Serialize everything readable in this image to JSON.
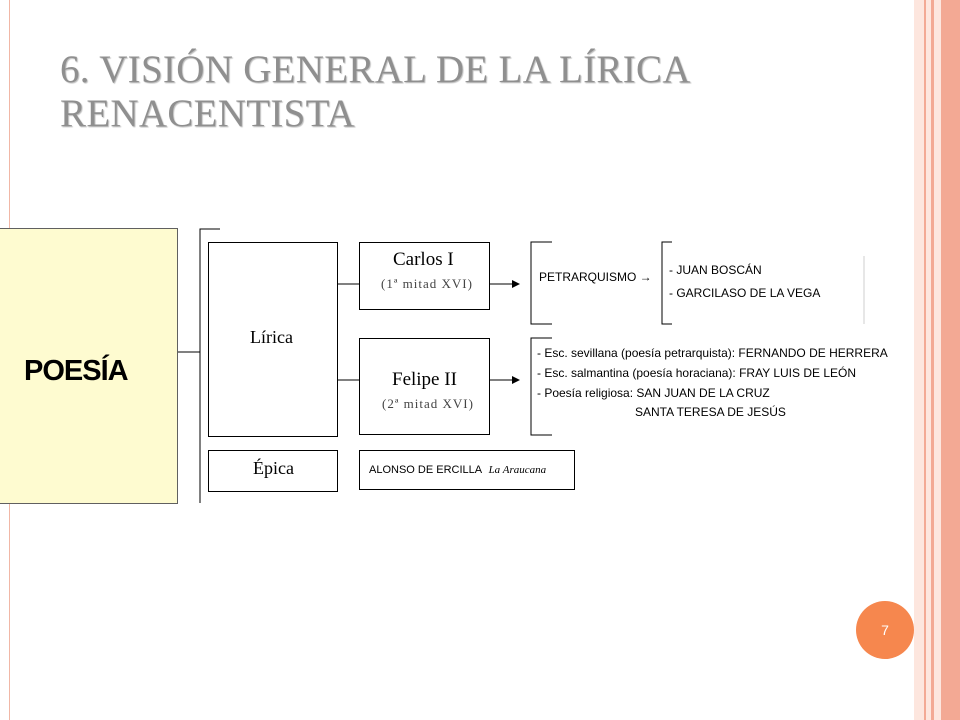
{
  "title": {
    "line1": "6. VISIÓN GENERAL DE LA LÍRICA",
    "line2": "RENACENTISTA"
  },
  "diagram": {
    "root": "POESÍA",
    "lirica": "Lírica",
    "epica": "Épica",
    "carlos": {
      "name": "Carlos I",
      "period": "(1ª mitad XVI)"
    },
    "felipe": {
      "name": "Felipe II",
      "period": "(2ª mitad XVI)"
    },
    "petrarquismo": "PETRARQUISMO →",
    "carlos_authors": [
      "- JUAN BOSCÁN",
      "- GARCILASO DE LA VEGA"
    ],
    "felipe_schools": [
      "- Esc. sevillana (poesía petrarquista): FERNANDO DE HERRERA",
      "- Esc. salmantina (poesía horaciana): FRAY LUIS DE LEÓN",
      "- Poesía religiosa: SAN JUAN DE LA CRUZ",
      "SANTA TERESA DE JESÚS"
    ],
    "epica_author": "ALONSO DE ERCILLA",
    "epica_work": "La Araucana"
  },
  "slide_number": "7",
  "colors": {
    "accent": "#f6874e",
    "title": "#8f8f8f",
    "poesia_fill": "#fefbd0",
    "stripe": "#f3a994"
  }
}
